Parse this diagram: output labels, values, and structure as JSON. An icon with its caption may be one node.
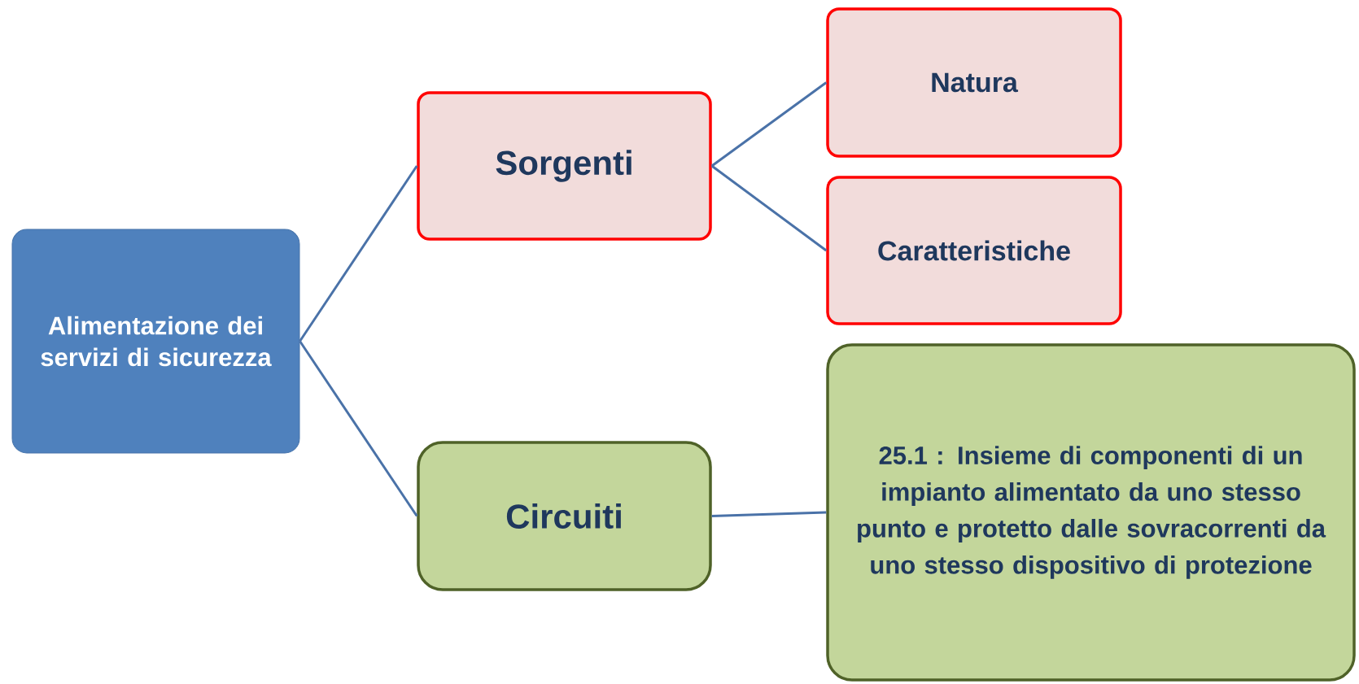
{
  "diagram": {
    "nodes": [
      {
        "text": [
          "Alimentazione dei servizi di sicurezza"
        ]
      },
      {
        "text": [
          "Sorgenti"
        ]
      },
      {
        "text": [
          "Natura"
        ]
      },
      {
        "text": [
          "Caratteristiche"
        ]
      },
      {
        "text": [
          "Circuiti"
        ]
      },
      {
        "text": [
          "25.1 : Insieme di componenti di un impianto alimentato da uno stesso punto e protetto dalle sovracorrenti da uno stesso dispositivo di protezione"
        ]
      }
    ],
    "edges": [
      {
        "from": 0,
        "to": 1,
        "arrow": "none"
      },
      {
        "from": 0,
        "to": 4,
        "arrow": "none"
      },
      {
        "from": 1,
        "to": 2,
        "arrow": "none"
      },
      {
        "from": 1,
        "to": 3,
        "arrow": "none"
      },
      {
        "from": 4,
        "to": 5,
        "arrow": "none"
      }
    ]
  }
}
